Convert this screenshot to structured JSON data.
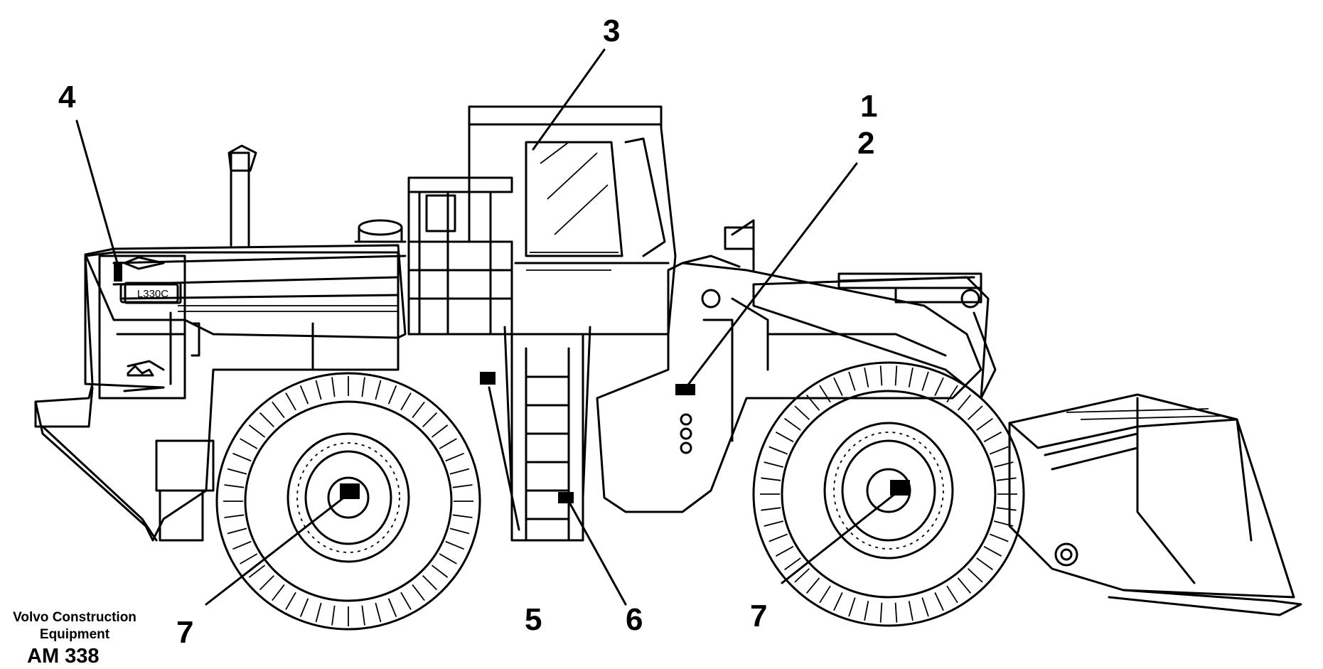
{
  "callouts": [
    {
      "id": "1",
      "label": "1"
    },
    {
      "id": "2",
      "label": "2"
    },
    {
      "id": "3",
      "label": "3"
    },
    {
      "id": "4",
      "label": "4"
    },
    {
      "id": "5",
      "label": "5"
    },
    {
      "id": "6",
      "label": "6"
    },
    {
      "id": "7a",
      "label": "7"
    },
    {
      "id": "7b",
      "label": "7"
    }
  ],
  "model_label": "L330C",
  "brand": {
    "line1": "Volvo Construction",
    "line2": "Equipment",
    "code": "AM 338"
  }
}
